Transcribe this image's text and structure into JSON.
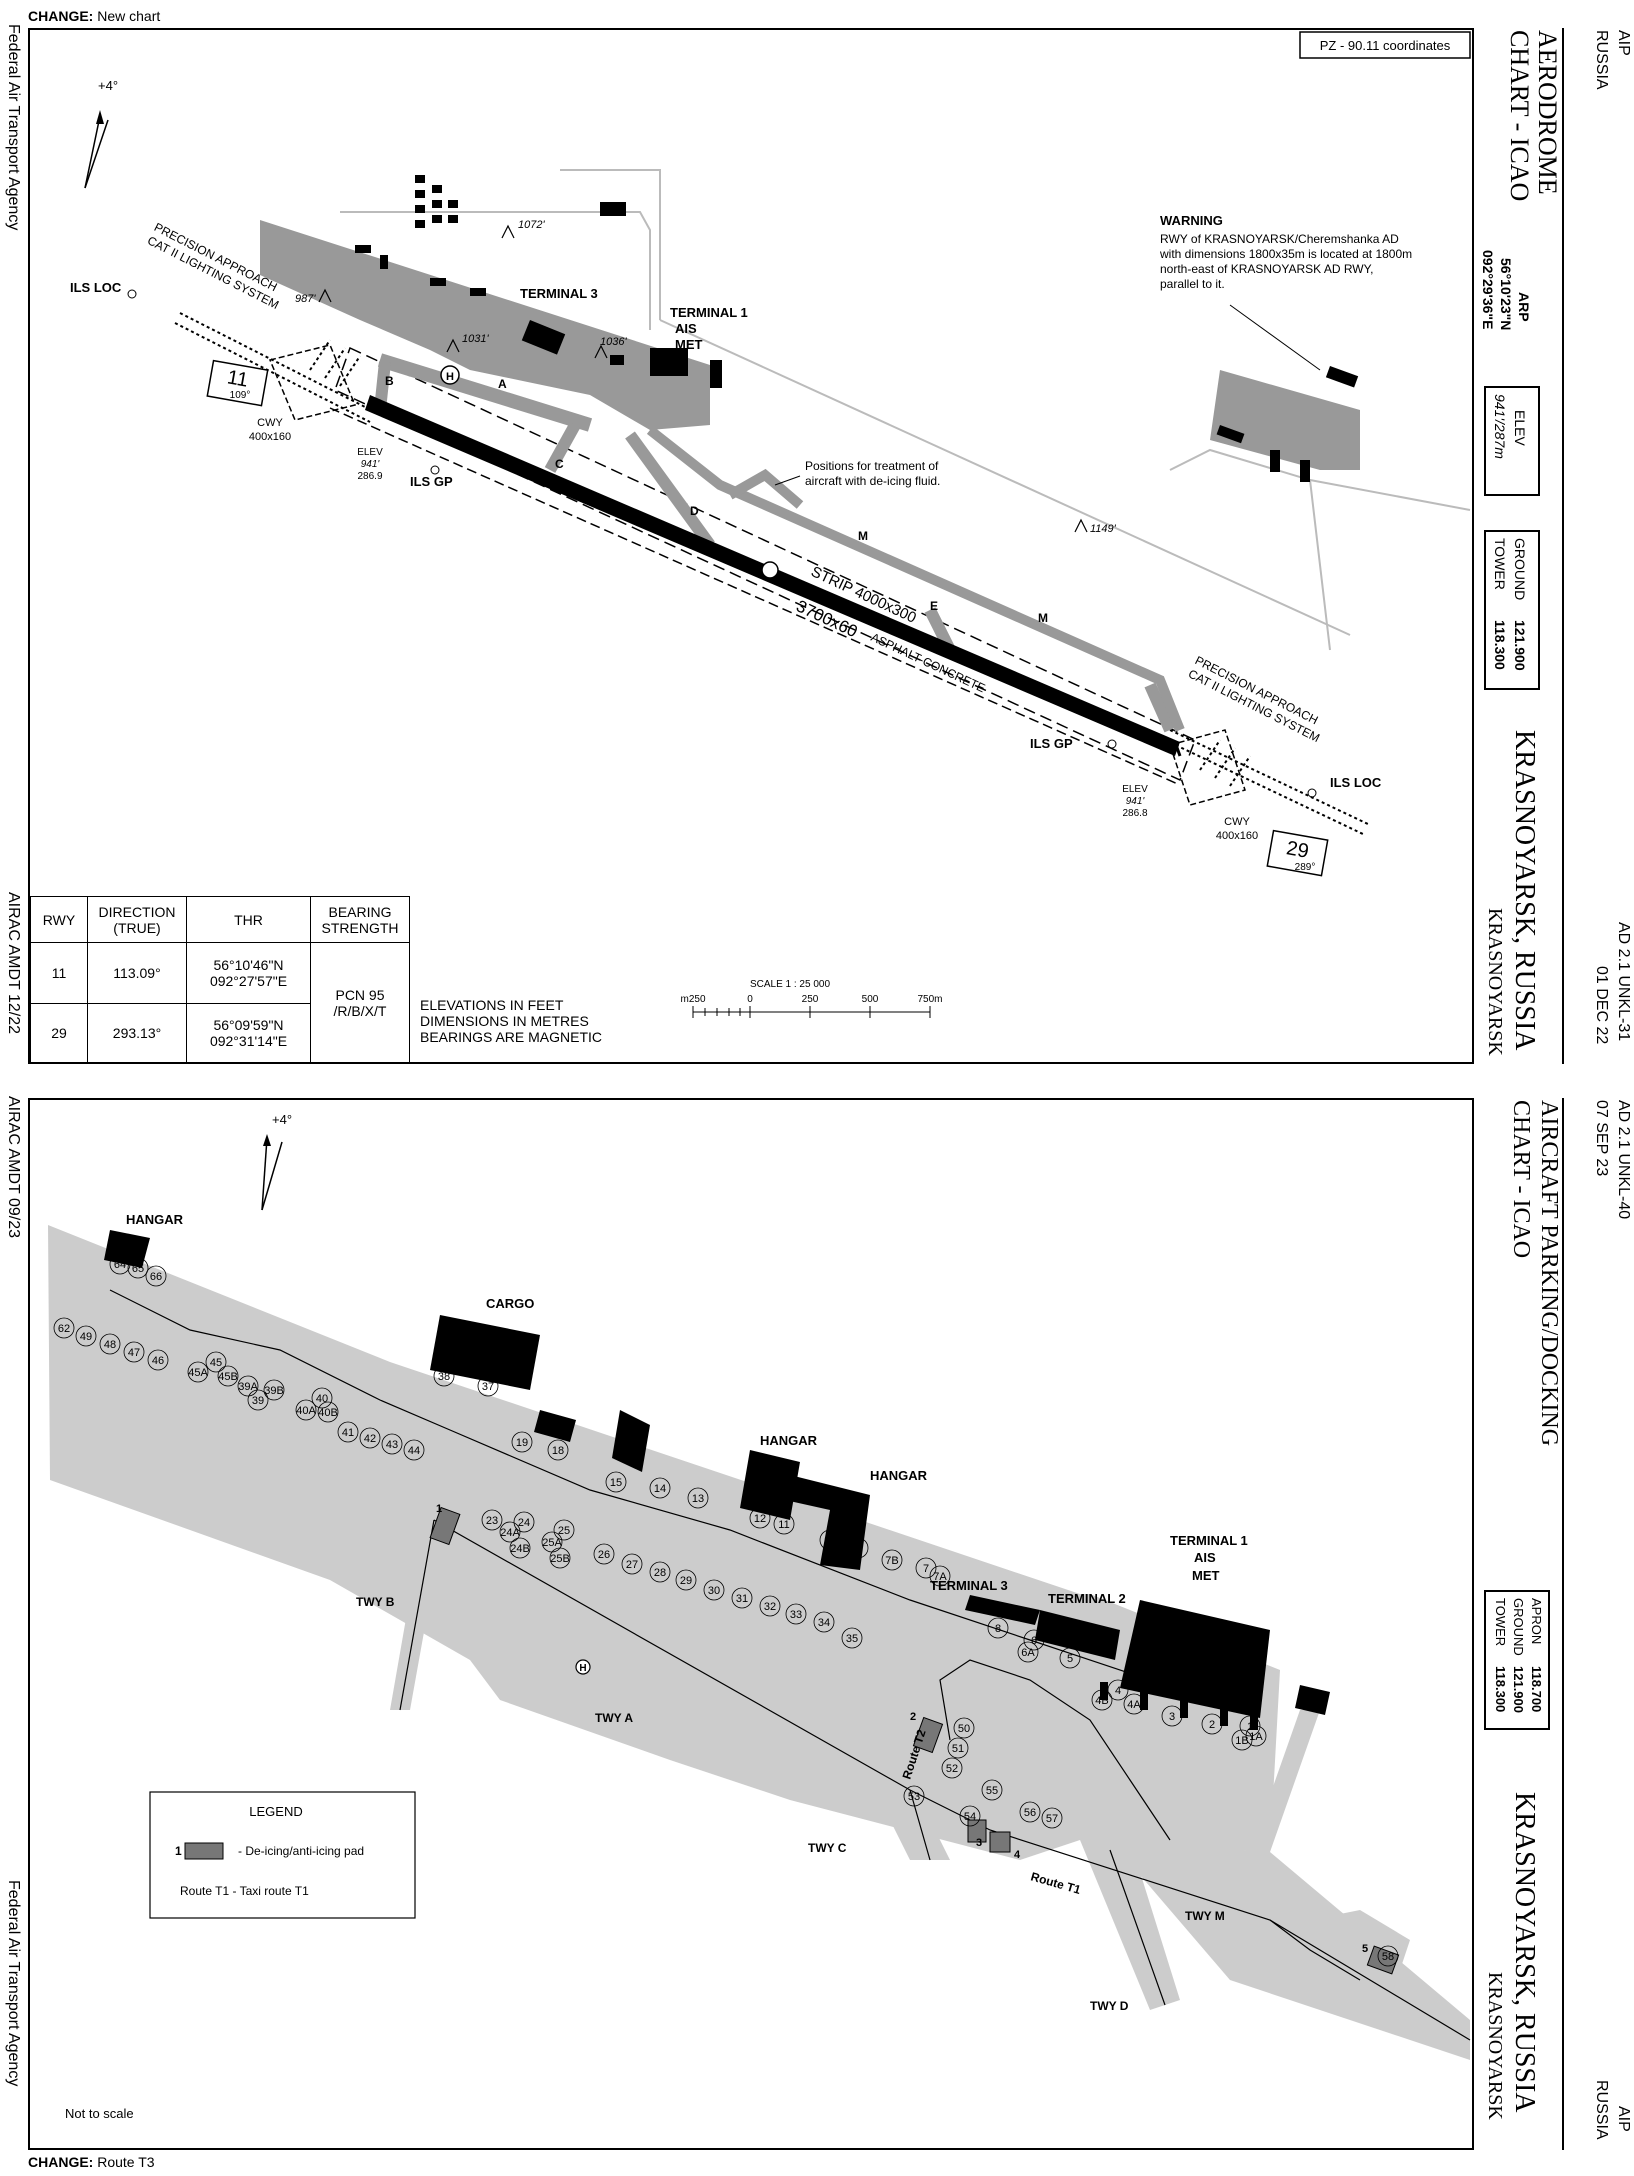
{
  "top_chart": {
    "change_label": "CHANGE:",
    "change_text": "New chart",
    "coords_box": "PZ - 90.11 coordinates",
    "north_mark": "+4°",
    "aip": "AIP",
    "country": "RUSSIA",
    "title_line1": "AERODROME",
    "title_line2": "CHART - ICAO",
    "arp_label": "ARP",
    "arp_lat": "56°10'23\"N",
    "arp_lon": "092°29'36\"E",
    "elev_label": "ELEV",
    "elev_value": "941'/287m",
    "freq_ground_label": "GROUND",
    "freq_ground_value": "121.900",
    "freq_tower_label": "TOWER",
    "freq_tower_value": "118.300",
    "airport_name": "KRASNOYARSK, RUSSIA",
    "airport_city": "KRASNOYARSK",
    "doc_id": "AD 2.1 UNKL-31",
    "doc_date": "01 DEC 22",
    "agency": "Federal Air Transport Agency",
    "airac": "AIRAC AMDT 12/22",
    "warning_title": "WARNING",
    "warning_text": [
      "RWY of KRASNOYARSK/Cheremshanka AD",
      "with dimensions 1800x35m is located at 1800m",
      "north-east of KRASNOYARSK AD RWY,",
      "parallel to it."
    ],
    "labels": {
      "ils_loc_w": "ILS LOC",
      "ils_loc_e": "ILS LOC",
      "ils_gp_w": "ILS GP",
      "ils_gp_e": "ILS GP",
      "pals_w": [
        "PRECISION APPROACH",
        "CAT II LIGHTING SYSTEM"
      ],
      "pals_e": [
        "PRECISION APPROACH",
        "CAT II LIGHTING SYSTEM"
      ],
      "terminal3": "TERMINAL 3",
      "terminal1": "TERMINAL 1",
      "ais": "AIS",
      "met": "MET",
      "rwy11": "11",
      "rwy11_brg": "109°",
      "rwy29": "29",
      "rwy29_brg": "289°",
      "cwy_w": [
        "CWY",
        "400x160"
      ],
      "cwy_e": [
        "CWY",
        "400x160"
      ],
      "elev_w": [
        "ELEV",
        "941'",
        "286.9"
      ],
      "elev_e": [
        "ELEV",
        "941'",
        "286.8"
      ],
      "obst1": "1072'",
      "obst2": "987'",
      "obst3": "1031'",
      "obst4": "1036'",
      "obst5": "1149'",
      "twy_a": "A",
      "twy_b": "B",
      "twy_c": "C",
      "twy_d": "D",
      "twy_e": "E",
      "twy_m1": "M",
      "twy_m2": "M",
      "heli": "H",
      "deicing_note": [
        "Positions for treatment of",
        "aircraft with de-icing fluid."
      ],
      "strip": "STRIP 4000x300",
      "rwy_dims": "3700x60",
      "surface": "ASPHALT-CONCRETE"
    },
    "table": {
      "headers": [
        "RWY",
        "DIRECTION (TRUE)",
        "THR",
        "BEARING STRENGTH"
      ],
      "rows": [
        {
          "rwy": "11",
          "dir": "113.09°",
          "thr1": "56°10'46\"N",
          "thr2": "092°27'57\"E"
        },
        {
          "rwy": "29",
          "dir": "293.13°",
          "thr1": "56°09'59\"N",
          "thr2": "092°31'14\"E"
        }
      ],
      "strength1": "PCN 95",
      "strength2": "/R/B/X/T"
    },
    "notes": [
      "ELEVATIONS IN FEET",
      "DIMENSIONS IN METRES",
      "BEARINGS ARE MAGNETIC"
    ],
    "scale_title": "SCALE 1 : 25 000",
    "scale_ticks": [
      "m250",
      "0",
      "250",
      "500",
      "750m"
    ]
  },
  "bottom_chart": {
    "change_label": "CHANGE:",
    "change_text": "Route T3",
    "north_mark": "+4°",
    "doc_id": "AD 2.1 UNKL-40",
    "doc_date": "07 SEP 23",
    "title_line1": "AIRCRAFT PARKING/DOCKING",
    "title_line2": "CHART - ICAO",
    "freq": [
      {
        "label": "APRON",
        "value": "118.700"
      },
      {
        "label": "GROUND",
        "value": "121.900"
      },
      {
        "label": "TOWER",
        "value": "118.300"
      }
    ],
    "airport_name": "KRASNOYARSK, RUSSIA",
    "airport_city": "KRASNOYARSK",
    "aip": "AIP",
    "country": "RUSSIA",
    "agency": "Federal Air Transport Agency",
    "airac": "AIRAC AMDT 09/23",
    "not_to_scale": "Not to scale",
    "legend_title": "LEGEND",
    "legend_pad_num": "1",
    "legend_pad_text": "- De-icing/anti-icing pad",
    "legend_route": "Route T1 - Taxi route T1",
    "buildings": {
      "hangar1": "HANGAR",
      "cargo": "CARGO",
      "hangar2": "HANGAR",
      "hangar3": "HANGAR",
      "terminal3": "TERMINAL 3",
      "terminal2": "TERMINAL 2",
      "terminal1": "TERMINAL 1",
      "ais": "AIS",
      "met": "MET"
    },
    "taxiways": {
      "twy_b": "TWY B",
      "twy_a": "TWY A",
      "twy_c": "TWY C",
      "twy_d": "TWY D",
      "twy_m": "TWY M",
      "route_t1": "Route T1",
      "route_t2": "Route T2",
      "heli": "H"
    },
    "pads": [
      "1",
      "2",
      "3",
      "4",
      "5"
    ],
    "stands": [
      "64",
      "65",
      "66",
      "62",
      "49",
      "48",
      "47",
      "46",
      "45A",
      "45",
      "45B",
      "39A",
      "39",
      "39B",
      "40A",
      "40",
      "40B",
      "38",
      "37",
      "41",
      "42",
      "43",
      "44",
      "19",
      "18",
      "15",
      "14",
      "13",
      "23",
      "24A",
      "24",
      "24B",
      "25A",
      "25",
      "25B",
      "26",
      "27",
      "28",
      "29",
      "30",
      "31",
      "32",
      "33",
      "34",
      "35",
      "12",
      "11",
      "10",
      "9",
      "7B",
      "7",
      "7A",
      "8",
      "6",
      "6A",
      "5",
      "4B",
      "4",
      "4A",
      "3",
      "2",
      "1",
      "1A",
      "1B",
      "50",
      "51",
      "52",
      "53",
      "54",
      "55",
      "56",
      "57",
      "58"
    ]
  }
}
